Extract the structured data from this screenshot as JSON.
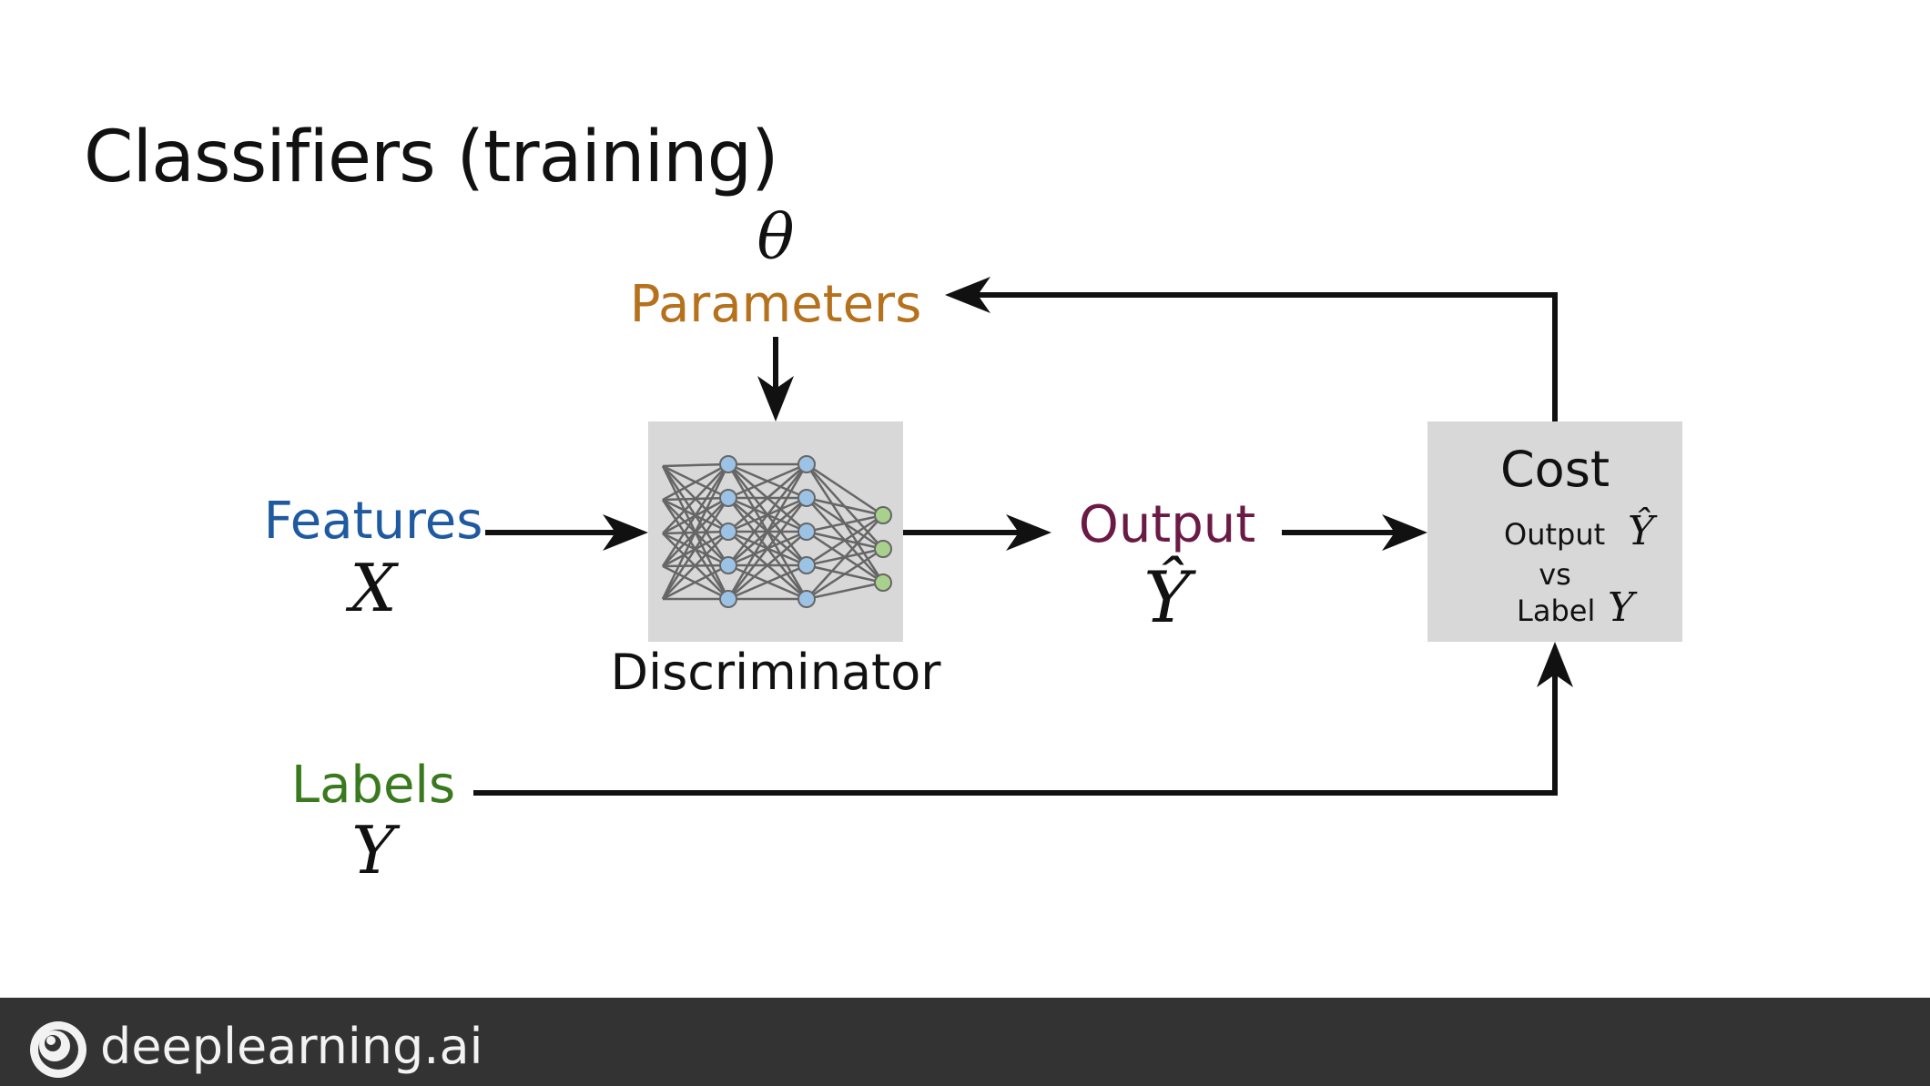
{
  "slide": {
    "title": "Classifiers (training)"
  },
  "diagram": {
    "parameters": {
      "symbol": "θ",
      "label": "Parameters",
      "color": "#b5711c"
    },
    "features": {
      "label": "Features",
      "symbol": "X",
      "color": "#1f5aa0"
    },
    "discriminator": {
      "label": "Discriminator"
    },
    "output": {
      "label": "Output",
      "symbol": "Ŷ",
      "color": "#6a1a45"
    },
    "cost": {
      "title": "Cost",
      "line1_text": "Output",
      "line1_symbol": "Ŷ",
      "line2_text": "vs",
      "line3_text": "Label",
      "line3_symbol": "Y"
    },
    "labels": {
      "label": "Labels",
      "symbol": "Y",
      "color": "#3a7a1e"
    }
  },
  "footer": {
    "brand": "deeplearning.ai",
    "logo_icon": "deeplearning-ai-logo-icon"
  }
}
